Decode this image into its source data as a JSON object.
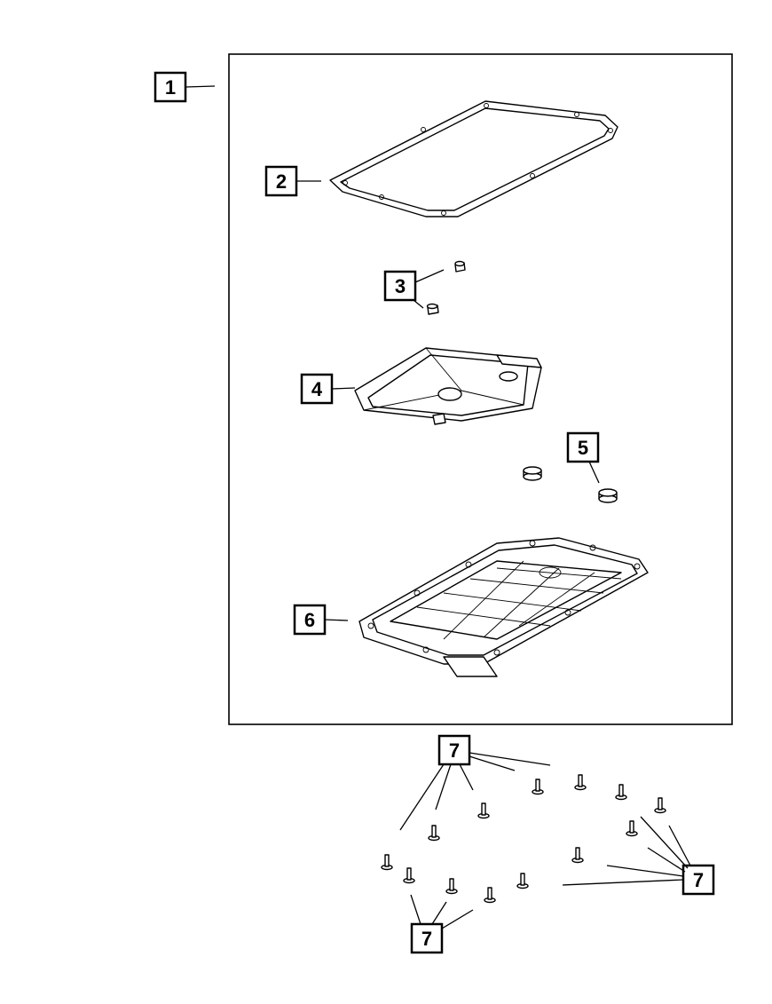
{
  "callouts": {
    "c1": "1",
    "c2": "2",
    "c3": "3",
    "c4": "4",
    "c5": "5",
    "c6": "6",
    "c7a": "7",
    "c7b": "7",
    "c7c": "7"
  },
  "parts": {
    "p2": "gasket-icon",
    "p3": "plug-icon",
    "p4": "filter-icon",
    "p5": "magnet-icon",
    "p6": "oil-pan-icon",
    "p7": "bolt-icon"
  }
}
